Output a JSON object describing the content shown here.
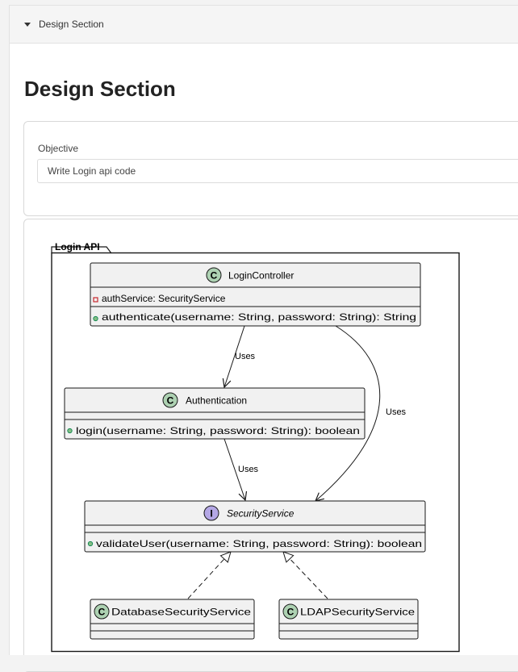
{
  "section": {
    "header_label": "Design Section",
    "title": "Design Section"
  },
  "objective": {
    "label": "Objective",
    "value": "Write Login api code"
  },
  "diagram": {
    "package_label": "Login API",
    "classes": [
      {
        "stereotype": "C",
        "name": "LoginController",
        "fields": [
          {
            "visibility": "private",
            "text": "authService: SecurityService"
          }
        ],
        "methods": [
          {
            "visibility": "public",
            "text": "authenticate(username: String, password: String): String"
          }
        ]
      },
      {
        "stereotype": "C",
        "name": "Authentication",
        "fields": [],
        "methods": [
          {
            "visibility": "public",
            "text": "login(username: String, password: String): boolean"
          }
        ]
      },
      {
        "stereotype": "I",
        "name": "SecurityService",
        "fields": [],
        "methods": [
          {
            "visibility": "public",
            "text": "validateUser(username: String, password: String): boolean"
          }
        ]
      },
      {
        "stereotype": "C",
        "name": "DatabaseSecurityService",
        "fields": [],
        "methods": []
      },
      {
        "stereotype": "C",
        "name": "LDAPSecurityService",
        "fields": [],
        "methods": []
      }
    ],
    "relations": [
      {
        "from": "LoginController",
        "to": "Authentication",
        "label": "Uses"
      },
      {
        "from": "LoginController",
        "to": "SecurityService",
        "label": "Uses"
      },
      {
        "from": "Authentication",
        "to": "SecurityService",
        "label": "Uses"
      },
      {
        "from": "DatabaseSecurityService",
        "to": "SecurityService",
        "type": "implements"
      },
      {
        "from": "LDAPSecurityService",
        "to": "SecurityService",
        "type": "implements"
      }
    ],
    "colors": {
      "class_fill": "#f1f1f1",
      "class_icon": "#add1b2",
      "interface_icon": "#b4a7e5",
      "private_marker": "#c82930",
      "public_marker": "#84be84",
      "border": "#181818"
    }
  }
}
